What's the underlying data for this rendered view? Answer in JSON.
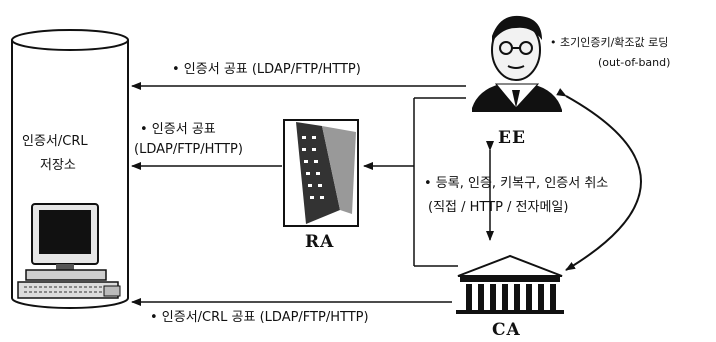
{
  "repository": {
    "line1": "인증서/CRL",
    "line2": "저장소"
  },
  "nodes": {
    "ee": "EE",
    "ra": "RA",
    "ca": "CA"
  },
  "edges": {
    "ee_to_repo": "• 인증서 공표 (LDAP/FTP/HTTP)",
    "ra_to_repo_line1": "• 인증서 공표",
    "ra_to_repo_line2": "(LDAP/FTP/HTTP)",
    "ca_to_repo": "• 인증서/CRL 공표 (LDAP/FTP/HTTP)",
    "ee_ca_line1": "• 등록, 인증, 키복구, 인증서 취소",
    "ee_ca_line2": "(직접 / HTTP / 전자메일)",
    "ee_init_line1": "• 초기인증키/확조값 로딩",
    "ee_init_line2": "(out-of-band)"
  },
  "icons": {
    "repository": "cylinder-database-icon",
    "computer": "desktop-computer-icon",
    "ee": "person-portrait-icon",
    "ra": "office-building-icon",
    "ca": "columned-building-icon"
  }
}
